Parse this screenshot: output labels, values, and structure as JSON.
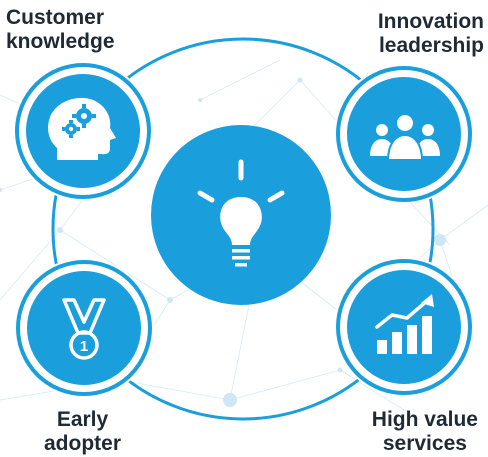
{
  "nodes": {
    "customer_knowledge": {
      "line1": "Customer",
      "line2": "knowledge",
      "icon": "head-gears-icon"
    },
    "innovation_leadership": {
      "line1": "Innovation",
      "line2": "leadership",
      "icon": "people-group-icon"
    },
    "early_adopter": {
      "line1": "Early",
      "line2": "adopter",
      "icon": "medal-icon",
      "medal_number": "1"
    },
    "high_value_services": {
      "line1": "High value",
      "line2": "services",
      "icon": "bar-chart-arrow-icon"
    }
  },
  "center": {
    "icon": "lightbulb-icon"
  },
  "colors": {
    "primary_blue": "#1a9fdc",
    "dark_text": "#1f2a35",
    "network_light": "#cfe8f5",
    "white": "#ffffff"
  }
}
